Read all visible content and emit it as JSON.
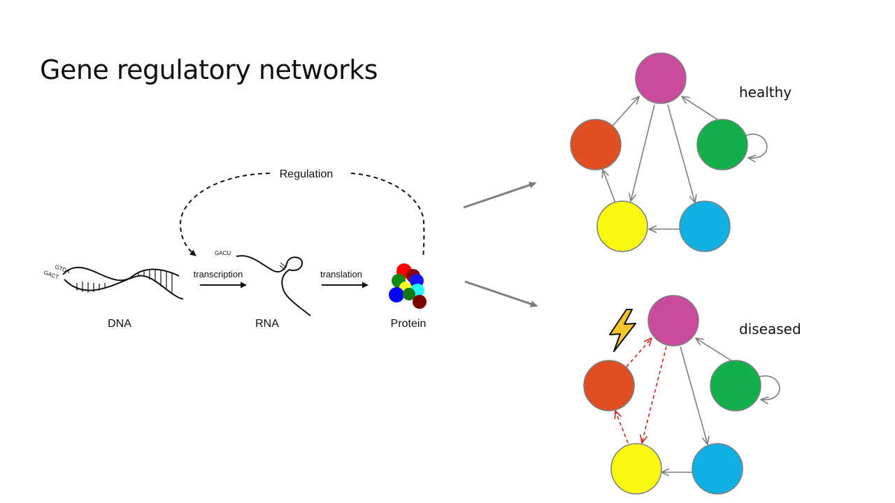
{
  "slide": {
    "title": "Gene regulatory networks"
  },
  "dogma": {
    "regulation_label": "Regulation",
    "transcription_label": "transcription",
    "translation_label": "translation",
    "dna_label": "DNA",
    "rna_label": "RNA",
    "protein_label": "Protein",
    "dna_strand_text_top": "GTDA",
    "dna_strand_text_bottom": "GACT",
    "rna_strand_text": "GACU"
  },
  "networks": {
    "healthy_label": "healthy",
    "diseased_label": "diseased",
    "node_colors": {
      "magenta": "#cc4a9e",
      "orange": "#e04f24",
      "green": "#12b04a",
      "yellow": "#fbf80f",
      "blue": "#0fb1e5"
    },
    "edge_color": "#7b7f7f",
    "perturbed_edge_color": "#cc1f24",
    "hazard_icon": "lightning-bolt-icon"
  }
}
